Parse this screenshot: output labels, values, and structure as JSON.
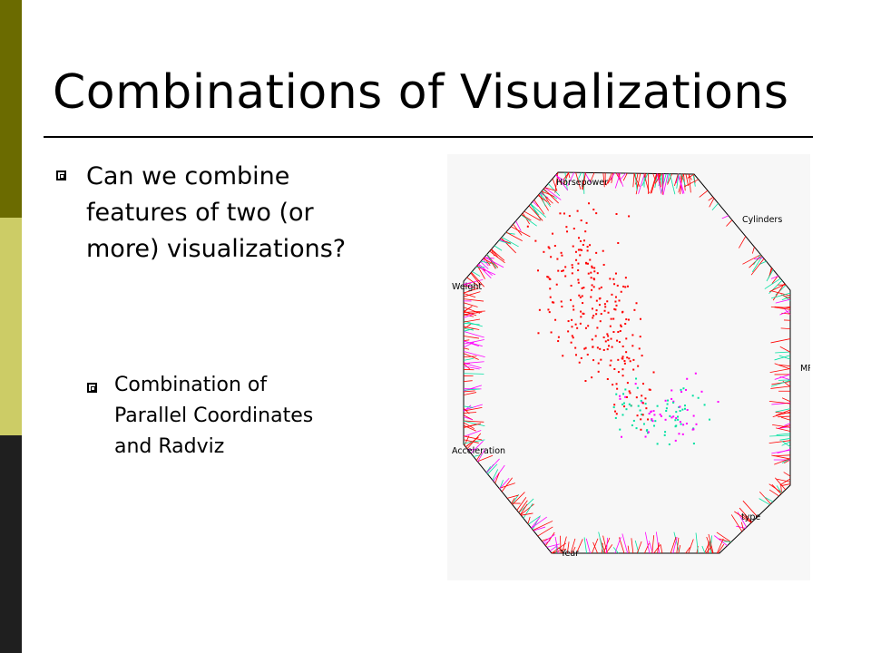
{
  "slide": {
    "title": "Combinations of Visualizations",
    "bullets": [
      {
        "text": "Can we combine features of two (or more) visualizations?",
        "line1": "Can we combine",
        "line2": "features of two (or",
        "line3": "more) visualizations?"
      },
      {
        "text": "Combination of Parallel Coordinates and Radviz",
        "line1": "Combination of",
        "line2": "Parallel Coordinates",
        "line3": "and Radviz"
      }
    ],
    "colors": {
      "sidebar_top": "#6b6b00",
      "sidebar_middle": "#cccc66",
      "sidebar_bottom": "#1f1f1f"
    }
  },
  "figure": {
    "dimension_labels": {
      "horsepower": "Horsepower",
      "cylinders": "Cylinders",
      "weight": "Weight",
      "mpg": "MPG",
      "acceleration": "Acceleration",
      "type": "type",
      "year": "Year"
    },
    "series_colors": [
      "#ff0000",
      "#00e0a0",
      "#ff00ff",
      "#ff3030"
    ]
  }
}
